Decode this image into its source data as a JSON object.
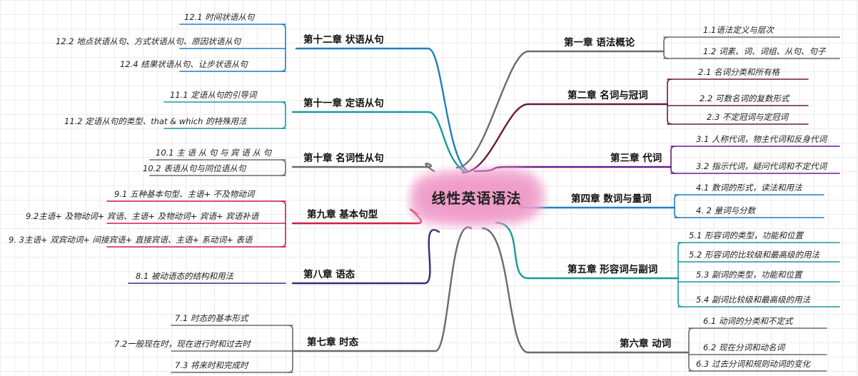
{
  "title": "线性英语语法",
  "colors": {
    "ch1": "#6b6b6b",
    "ch2": "#6a1b40",
    "ch3": "#6a1b8a",
    "ch4": "#1f7fc2",
    "ch5": "#1a9a9a",
    "ch6": "#6b6b6b",
    "ch7": "#6b6b6b",
    "ch8": "#3b2a7a",
    "ch9": "#cc1f45",
    "ch10": "#6b6b6b",
    "ch11": "#1a9a9a",
    "ch12": "#1f7fc2",
    "center": "#f1a8cf"
  },
  "right_chapters": [
    {
      "label": "第一章 语法概论",
      "subs": [
        "1.1语法定义与层次",
        "1.2 词素、词、词组、从句、句子"
      ]
    },
    {
      "label": "第二章 名词与冠词",
      "subs": [
        "2.1 名词分类和所有格",
        "2.2 可数名词的复数形式",
        "2.3 不定冠词与定冠词"
      ]
    },
    {
      "label": "第三章 代词",
      "subs": [
        "3.1 人称代词，物主代词和反身代词",
        "3.2 指示代词，疑问代词和不定代词"
      ]
    },
    {
      "label": "第四章 数词与量词",
      "subs": [
        "4.1 数词的形式，读法和用法",
        "4. 2 量词与分数"
      ]
    },
    {
      "label": "第五章 形容词与副词",
      "subs": [
        "5.1 形容词的类型，功能和位置",
        "5.2 形容词的比较级和最高级的用法",
        "5.3 副词的类型，功能和位置",
        "5.4 副词比较级和最高级的用法"
      ]
    },
    {
      "label": "第六章 动词",
      "subs": [
        "6.1 动词的分类和不定式",
        "6.2 现在分词和动名词",
        "6.3 过去分词和规则动词的变化"
      ]
    }
  ],
  "left_chapters": [
    {
      "label": "第十二章 状语从句",
      "subs": [
        "12.1 时间状语从句",
        "12.2 地点状语从句、方式状语从句、原因状语从句",
        "12.4 结果状语从句、让步状语从句"
      ]
    },
    {
      "label": "第十一章 定语从句",
      "subs": [
        "11.1 定语从句的引导词",
        "11.2 定语从句的类型、that & which 的特殊用法"
      ]
    },
    {
      "label": "第十章 名词性从句",
      "subs": [
        "10.1 主 语 从 句 与 宾 语 从 句",
        "10.2 表语从句与同位语从句"
      ]
    },
    {
      "label": "第九章 基本句型",
      "subs": [
        "9.1 五种基本句型、主语+ 不及物动词",
        "9.2主语+ 及物动词+ 宾语、主语+ 及物动词+ 宾语+ 宾语补语",
        "9. 3主语+ 双宾动词+ 间接宾语+ 直接宾语、主语+ 系动词+ 表语"
      ]
    },
    {
      "label": "第八章 语态",
      "subs": [
        "8.1 被动语态的结构和用法"
      ]
    },
    {
      "label": "第七章 时态",
      "subs": [
        "7.1 时态的基本形式",
        "7.2一般现在时，现在进行时和过去时",
        "7.3 将来时和完成时"
      ]
    }
  ]
}
